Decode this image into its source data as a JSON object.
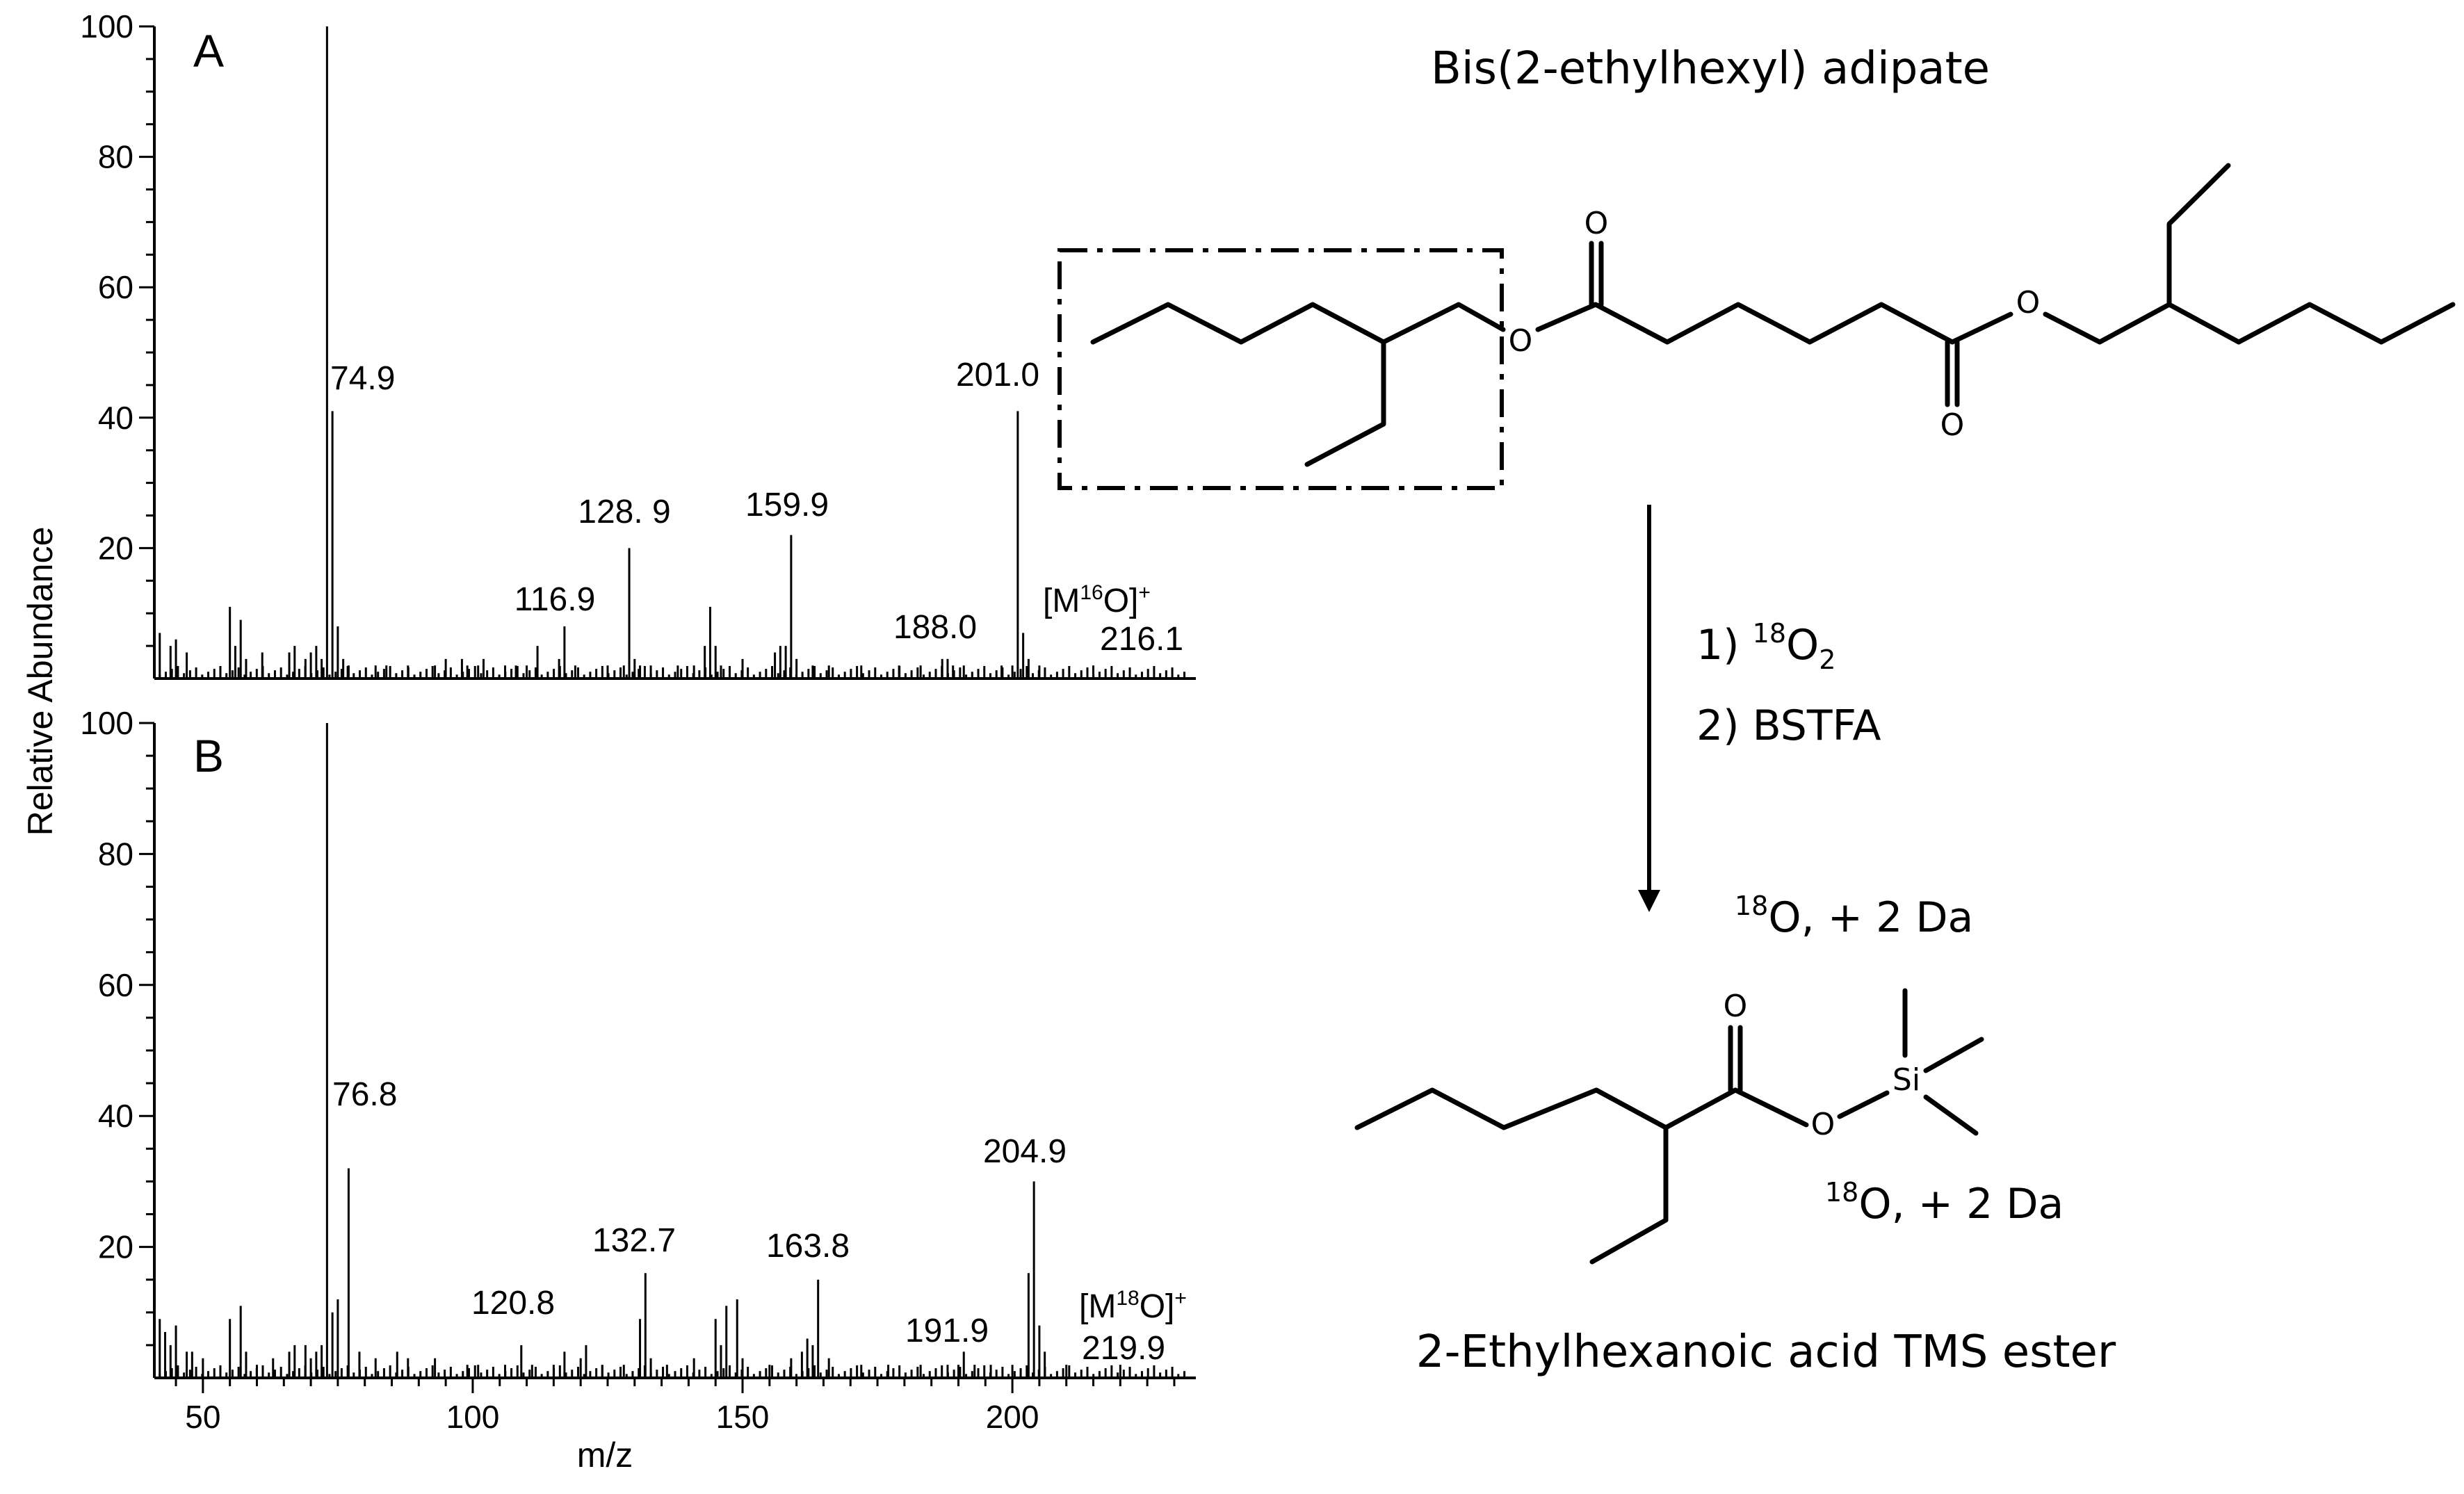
{
  "chart_data": [
    {
      "type": "bar",
      "panel_label": "A",
      "xlabel": "",
      "ylabel": "Relative Abundance",
      "xlim": [
        41,
        234
      ],
      "ylim": [
        0,
        100
      ],
      "yticks": [
        20,
        40,
        60,
        80,
        100
      ],
      "x": [
        42,
        44,
        45,
        47,
        55,
        56,
        57,
        58,
        61,
        66,
        67,
        69,
        70,
        71,
        72,
        73,
        74,
        75,
        76,
        77,
        82,
        84,
        88,
        93,
        95,
        98,
        99,
        101,
        102,
        106,
        108,
        110,
        112,
        116,
        117,
        119,
        125,
        128,
        129,
        130,
        131,
        133,
        138,
        141,
        143,
        144,
        145,
        146,
        150,
        156,
        157,
        158,
        159,
        160,
        163,
        166,
        172,
        179,
        183,
        187,
        188,
        189,
        191,
        198,
        200,
        201,
        202,
        203,
        205,
        215
      ],
      "values": [
        7,
        5,
        6,
        4,
        11,
        5,
        9,
        3,
        4,
        4,
        5,
        3,
        4,
        5,
        3,
        100,
        41,
        8,
        3,
        2,
        2,
        2,
        2,
        2,
        3,
        3,
        2,
        2,
        3,
        2,
        2,
        2,
        5,
        3,
        8,
        2,
        2,
        2,
        20,
        3,
        2,
        2,
        2,
        2,
        5,
        11,
        5,
        2,
        3,
        4,
        5,
        5,
        22,
        3,
        2,
        2,
        2,
        2,
        2,
        3,
        3,
        2,
        2,
        2,
        2,
        41,
        7,
        3,
        2,
        2
      ],
      "peak_labels": [
        {
          "x": 74.9,
          "y": 41,
          "label": "74.9"
        },
        {
          "x": 116.9,
          "y": 8,
          "label": "116.9"
        },
        {
          "x": 128.9,
          "y": 20,
          "label": "128. 9"
        },
        {
          "x": 159.9,
          "y": 22,
          "label": "159.9"
        },
        {
          "x": 188.0,
          "y": 3,
          "label": "188.0"
        },
        {
          "x": 201.0,
          "y": 41,
          "label": "201.0"
        }
      ],
      "molecular_ion": {
        "label_prefix": "[M",
        "isotope": "16",
        "label_suffix": "O]",
        "charge": "+",
        "mz": "216.1"
      }
    },
    {
      "type": "bar",
      "panel_label": "B",
      "xlabel": "m/z",
      "ylabel": "Relative Abundance",
      "xlim": [
        41,
        234
      ],
      "ylim": [
        0,
        100
      ],
      "xticks": [
        50,
        100,
        150,
        200
      ],
      "yticks": [
        20,
        40,
        60,
        80,
        100
      ],
      "x": [
        42,
        43,
        44,
        45,
        47,
        48,
        50,
        55,
        57,
        58,
        60,
        63,
        66,
        67,
        69,
        70,
        71,
        72,
        73,
        74,
        75,
        77,
        79,
        82,
        86,
        88,
        93,
        99,
        101,
        106,
        109,
        111,
        115,
        117,
        120,
        121,
        124,
        128,
        131,
        132,
        133,
        136,
        141,
        145,
        146,
        147,
        149,
        150,
        155,
        159,
        161,
        162,
        163,
        164,
        166,
        172,
        177,
        183,
        188,
        190,
        191,
        193,
        196,
        200,
        203,
        204,
        205,
        206,
        210,
        220
      ],
      "values": [
        9,
        7,
        5,
        8,
        4,
        4,
        3,
        9,
        11,
        4,
        2,
        3,
        4,
        5,
        5,
        3,
        4,
        5,
        100,
        10,
        12,
        32,
        4,
        3,
        4,
        3,
        3,
        2,
        2,
        2,
        5,
        2,
        2,
        4,
        3,
        5,
        2,
        2,
        9,
        16,
        3,
        2,
        3,
        9,
        5,
        11,
        12,
        3,
        2,
        3,
        4,
        6,
        5,
        15,
        3,
        2,
        2,
        2,
        2,
        2,
        4,
        2,
        2,
        2,
        16,
        30,
        8,
        4,
        2,
        2
      ],
      "peak_labels": [
        {
          "x": 76.8,
          "y": 32,
          "label": "76.8"
        },
        {
          "x": 120.8,
          "y": 5,
          "label": "120.8"
        },
        {
          "x": 132.7,
          "y": 16,
          "label": "132.7"
        },
        {
          "x": 163.8,
          "y": 15,
          "label": "163.8"
        },
        {
          "x": 191.9,
          "y": 4,
          "label": "191.9"
        },
        {
          "x": 204.9,
          "y": 30,
          "label": "204.9"
        }
      ],
      "molecular_ion": {
        "label_prefix": "[M",
        "isotope": "18",
        "label_suffix": "O]",
        "charge": "+",
        "mz": "219.9"
      }
    }
  ],
  "scheme": {
    "title": "Bis(2-ethylhexyl) adipate",
    "product_name": "2-Ethylhexanoic acid TMS ester",
    "step1_prefix": "1) ",
    "step1_isotope": "18",
    "step1_species": "O",
    "step1_subscript": "2",
    "step2": "2) BSTFA",
    "label_isotope": "18",
    "label_text": "O, + 2 Da",
    "atom_o": "O",
    "atom_si": "Si"
  }
}
